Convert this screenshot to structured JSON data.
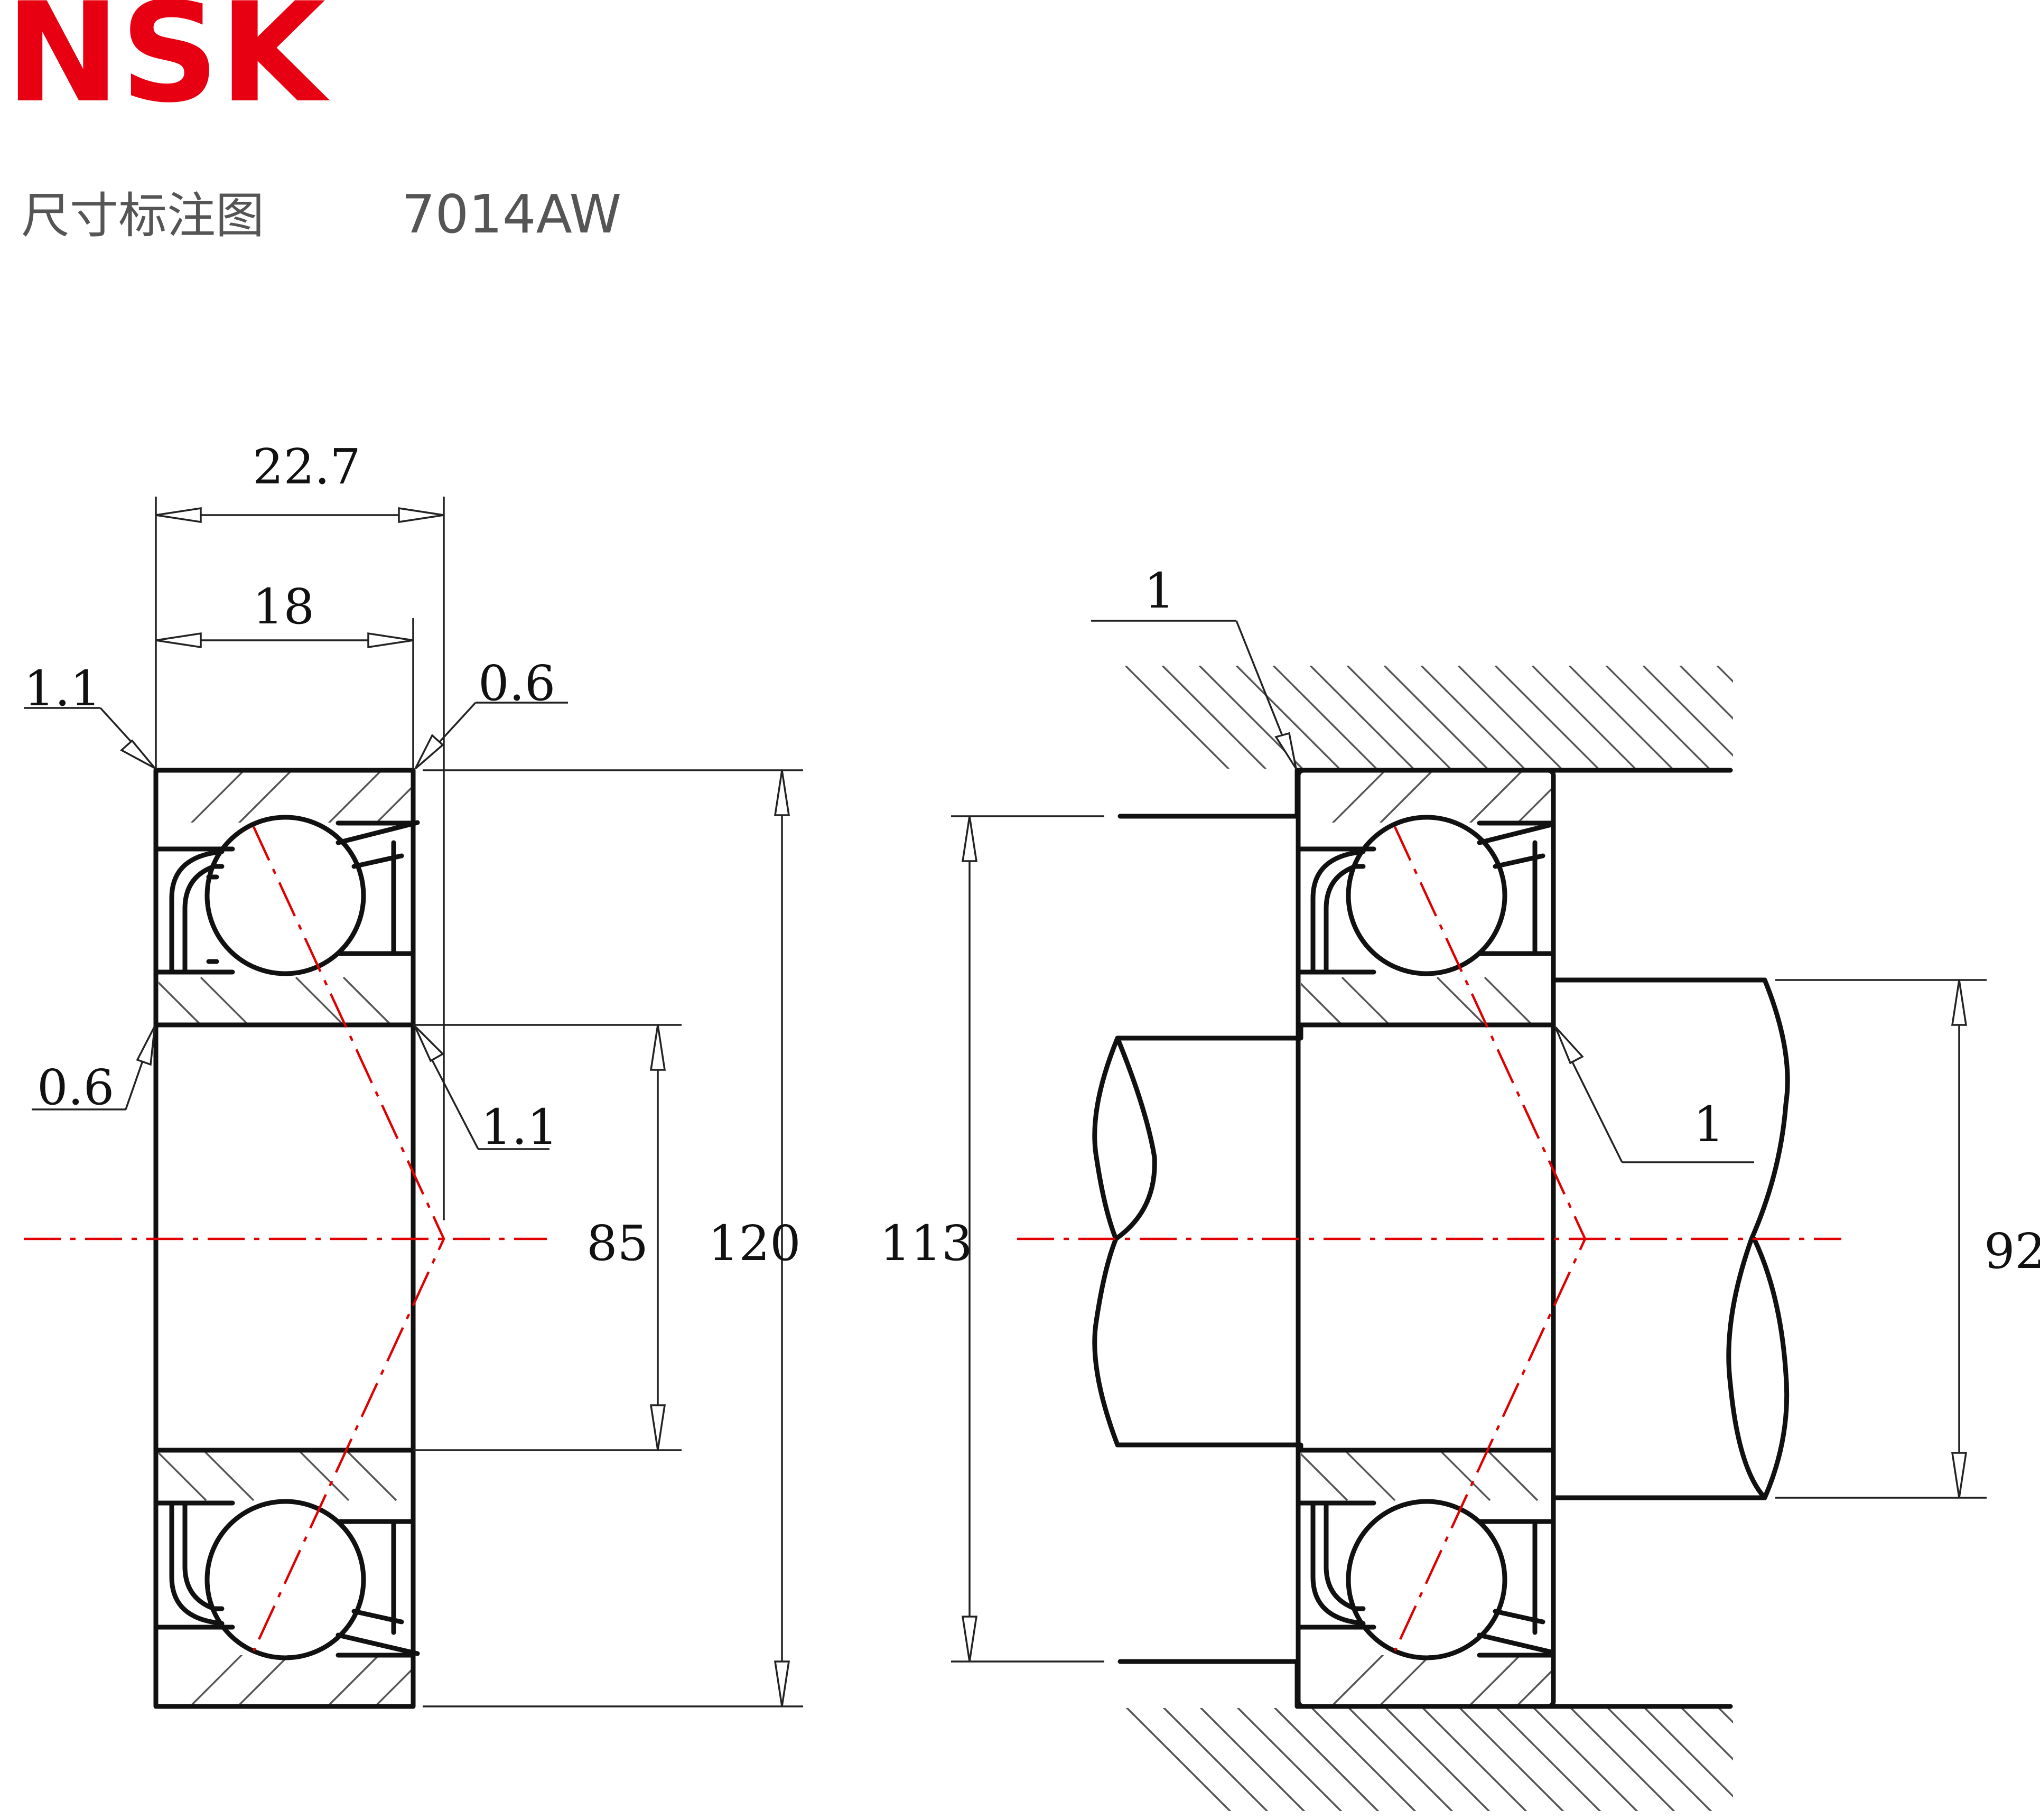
{
  "brand": {
    "logo_text": "NSK",
    "color": "#e60012"
  },
  "header": {
    "title": "尺寸标注图",
    "model": "7014AW"
  },
  "colors": {
    "centerline": "#e00000",
    "outline": "#111111",
    "text": "#555555"
  },
  "bearing": {
    "dims": {
      "assembled_width": "22.7",
      "width": "18",
      "chamfer_outer_left": "1.1",
      "chamfer_outer_right": "0.6",
      "chamfer_inner_left": "0.6",
      "chamfer_inner_right": "1.1",
      "bore": "85",
      "outer_diameter": "120"
    }
  },
  "mounting": {
    "dims": {
      "housing_fillet": "1",
      "shaft_fillet": "1",
      "housing_shoulder": "113",
      "shaft_shoulder": "92"
    }
  }
}
